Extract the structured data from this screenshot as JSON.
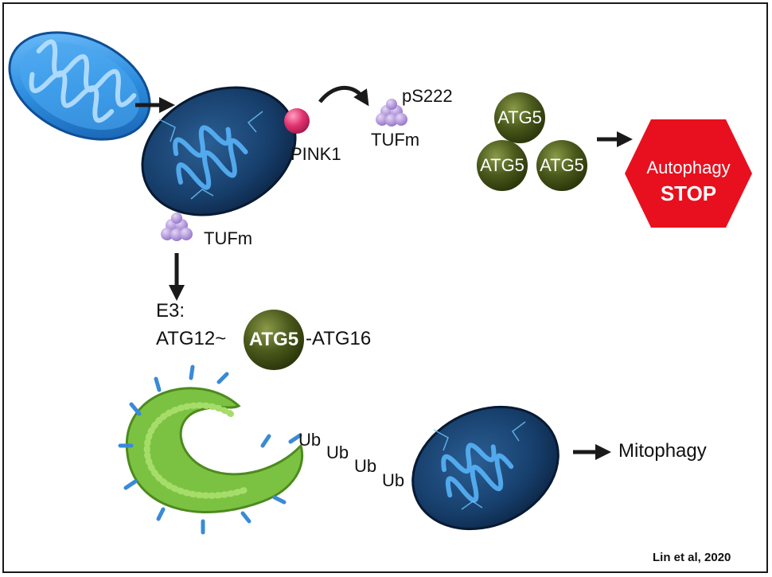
{
  "labels": {
    "pink1": "PINK1",
    "ps222": "pS222",
    "tufm_phospho": "TUFm",
    "tufm_bound": "TUFm",
    "e3": "E3:",
    "atg12": "ATG12~",
    "atg5_center": "ATG5",
    "atg16": "-ATG16",
    "ub": [
      "Ub",
      "Ub",
      "Ub",
      "Ub"
    ],
    "mitophagy": "Mitophagy",
    "citation": "Lin et al, 2020"
  },
  "atg5_cluster": [
    "ATG5",
    "ATG5",
    "ATG5"
  ],
  "stop_sign": {
    "line1": "Autophagy",
    "line2": "STOP",
    "color": "#e8101e"
  },
  "colors": {
    "mito_healthy": "#2f8fe0",
    "mito_damaged": "#143a66",
    "pink1": "#e0336f",
    "tufm": "#a98bd6",
    "atg5": "#4b5a1c",
    "phagophore": "#7cc242"
  }
}
